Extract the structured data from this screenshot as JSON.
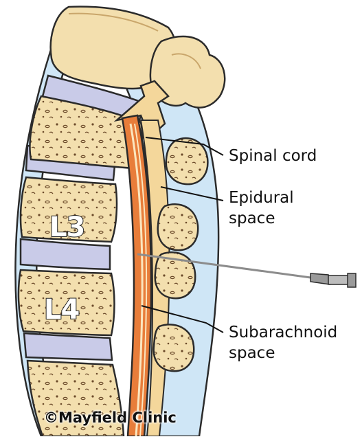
{
  "labels": {
    "spinal_cord": "Spinal cord",
    "epidural_line1": "Epidural",
    "epidural_line2": "space",
    "subarachnoid_line1": "Subarachnoid",
    "subarachnoid_line2": "space"
  },
  "vertebrae": {
    "l3": "L3",
    "l4": "L4"
  },
  "credit": "©Mayfield Clinic",
  "colors": {
    "bone": "#f3dfae",
    "bone_outline": "#2b2b2b",
    "disc": "#c9cbe8",
    "ligament_fluid": "#cfe6f6",
    "dura": "#e87d3a",
    "cord": "#f4d79b",
    "needle": "#9a9a9a"
  }
}
